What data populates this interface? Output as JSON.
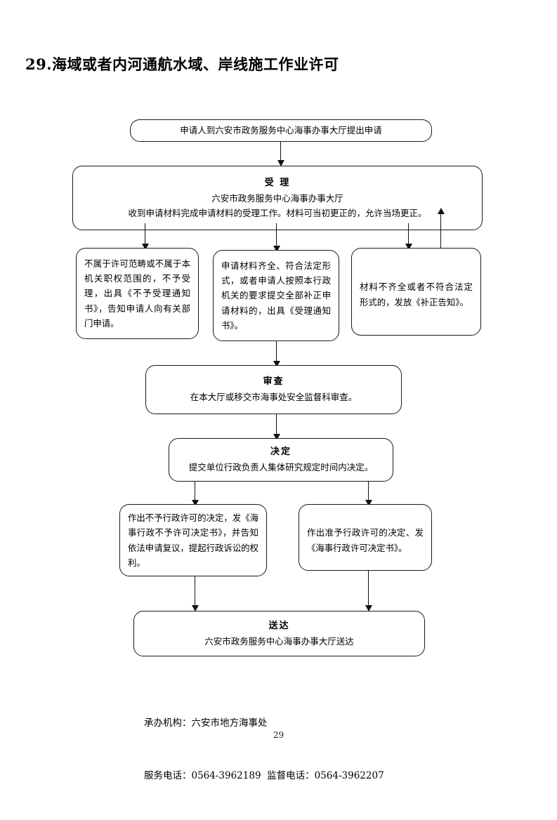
{
  "document": {
    "title": "29.海域或者内河通航水域、岸线施工作业许可",
    "page_number": "29"
  },
  "flow": {
    "apply": {
      "text": "申请人到六安市政务服务中心海事办事大厅提出申请"
    },
    "accept": {
      "head": "受 理",
      "line1": "六安市政务服务中心海事办事大厅",
      "line2": "收到申请材料完成申请材料的受理工作。材料可当初更正的，允许当场更正。"
    },
    "branch_left": {
      "text": "不属于许可范畴或不属于本机关职权范围的，不予受理，出具《不予受理通知书》，告知申请人向有关部门申请。"
    },
    "branch_middle": {
      "text": "申请材料齐全、符合法定形式，或者申请人按照本行政机关的要求提交全部补正申请材料的，出具《受理通知书》。"
    },
    "branch_right": {
      "text": "材料不齐全或者不符合法定形式的，发放《补正告知》。"
    },
    "review": {
      "head": "审查",
      "line1": "在本大厅或移交市海事处安全监督科审查。"
    },
    "decide": {
      "head": "决定",
      "line1": "提交单位行政负责人集体研究规定时间内决定。"
    },
    "decide_deny": {
      "text": "作出不予行政许可的决定，发《海事行政不予许可决定书》，并告知依法申请复议，提起行政诉讼的权利。"
    },
    "decide_grant": {
      "text": "作出准予行政许可的决定、发《海事行政许可决定书》。"
    },
    "deliver": {
      "head": "送达",
      "line1": "六安市政务服务中心海事办事大厅送达"
    }
  },
  "footer": {
    "agency_line": "承办机构：六安市地方海事处",
    "phone_line": "服务电话：0564-3962189  监督电话：0564-3962207"
  }
}
